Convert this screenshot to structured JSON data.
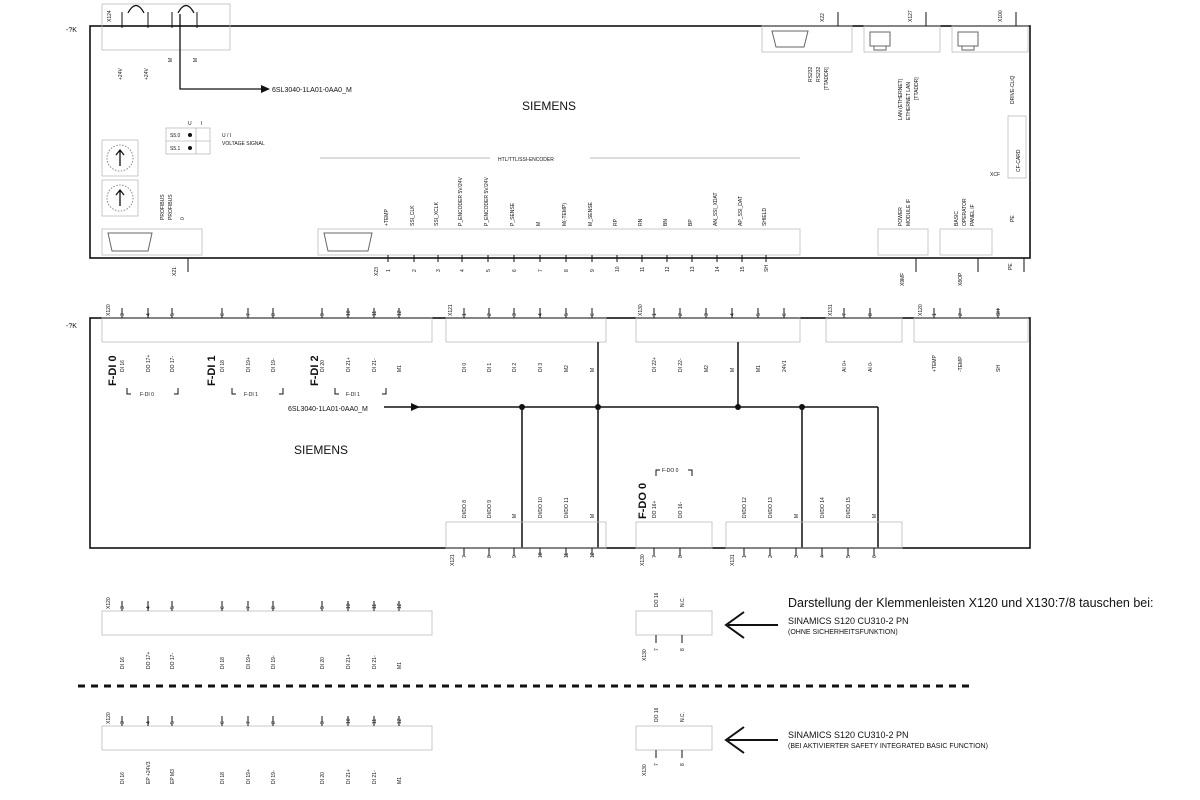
{
  "top_unit": {
    "marker": "-?K",
    "brand": "SIEMENS",
    "part_number": "6SL3040-1LA01-0AA0_M",
    "top_connectors": [
      "X124",
      "X22",
      "X127",
      "X100"
    ],
    "supply_labels": [
      "+24V",
      "+24V",
      "M",
      "M"
    ],
    "rs232_labels": [
      "RS232",
      "RS232",
      "[TTADDR]"
    ],
    "lan_labels": [
      "LAN (ETHERNET)",
      "ETHERNET LAN",
      "[TTADDR]"
    ],
    "drive_cliq": "DRIVE-CLiQ",
    "cf_card": "CF-CARD",
    "xcf": "XCF",
    "switches": {
      "s0": "S5.0",
      "s1": "S5.1",
      "u": "U",
      "i": "I",
      "signal_line1": "U / I",
      "signal_line2": "VOLTAGE SIGNAL"
    },
    "encoder_header": "HTL/TTL/SSI-ENCODER",
    "profibus": [
      "PROFIBUS",
      "PROFIBUS",
      "0"
    ],
    "encoder_pins": [
      "+TEMP",
      "SSI_CLK",
      "SSI_XCLK",
      "P_ENCODER 5V/24V",
      "P_ENCODER 5V/24V",
      "P_SENSE",
      "M",
      "M(-TEMP)",
      "M_SENSE",
      "RP",
      "RN",
      "BN",
      "BP",
      "AN_SSI_XDAT",
      "AP_SSI_DAT",
      "SHIELD"
    ],
    "pm_if": [
      "POWER",
      "MODULE IF"
    ],
    "bop_labels": [
      "BASIC",
      "OPERATOR",
      "PANEL IF"
    ],
    "pe": "PE",
    "bottom_connectors": [
      "X21",
      "X23",
      "X9MF",
      "X8OP",
      "PE"
    ],
    "bottom_pins": [
      "1",
      "2",
      "3",
      "4",
      "5",
      "6",
      "7",
      "8",
      "9",
      "10",
      "11",
      "12",
      "13",
      "14",
      "15",
      "SH"
    ]
  },
  "mid_unit": {
    "marker": "-?K",
    "brand": "SIEMENS",
    "part_number": "6SL3040-1LA01-0AA0_M",
    "top_groups": [
      {
        "name": "X120",
        "pins": [
          "3",
          "4",
          "5",
          "6",
          "7",
          "8",
          "9",
          "10",
          "11",
          "12"
        ],
        "labels": [
          "DI 16",
          "DO 17+",
          "DO 17-",
          "DI 18",
          "DI 19+",
          "DI 19-",
          "DI 20",
          "DI 21+",
          "DI 21-",
          "M1"
        ]
      },
      {
        "name": "X121",
        "pins": [
          "1",
          "2",
          "3",
          "4",
          "5",
          "6"
        ],
        "labels": [
          "DI 0",
          "DI 1",
          "DI 2",
          "DI 3",
          "M2",
          "M"
        ]
      },
      {
        "name": "X130",
        "pins": [
          "1",
          "2",
          "3",
          "4",
          "5",
          "6"
        ],
        "labels": [
          "DI 22+",
          "DI 22-",
          "M2",
          "M",
          "M1",
          "24V1"
        ]
      },
      {
        "name": "X131",
        "pins": [
          "7",
          "8"
        ],
        "labels": [
          "AI 0+",
          "AI 0-"
        ]
      },
      {
        "name": "X120",
        "pins": [
          "1",
          "2",
          "SH"
        ],
        "labels": [
          "+TEMP",
          "-TEMP",
          "SH"
        ]
      }
    ],
    "fdi": [
      "F-DI 0",
      "F-DI 1",
      "F-DI 2"
    ],
    "fdi_brackets": [
      "F-DI 0",
      "F-DI 1",
      "F-DI 1"
    ],
    "fdo": "F-DO 0",
    "fdo_bracket": "F-DO 0",
    "bottom_groups": [
      {
        "name": "X121",
        "pins": [
          "7",
          "8",
          "9",
          "10",
          "11",
          "12"
        ],
        "labels": [
          "DI/DO 8",
          "DI/DO 9",
          "M",
          "DI/DO 10",
          "DI/DO 11",
          "M"
        ]
      },
      {
        "name": "X130",
        "pins": [
          "7",
          "8"
        ],
        "labels": [
          "DO 16+",
          "DO 16-"
        ]
      },
      {
        "name": "X131",
        "pins": [
          "1",
          "2",
          "3",
          "4",
          "5",
          "6"
        ],
        "labels": [
          "DI/DO 12",
          "DI/DO 13",
          "M",
          "DI/DO 14",
          "DI/DO 15",
          "M"
        ]
      }
    ]
  },
  "notes": {
    "heading": "Darstellung der Klemmenleisten X120 und X130:7/8 tauschen bei:",
    "variant1_line1": "SINAMICS S120 CU310-2 PN",
    "variant1_line2": "(OHNE SICHERHEITSFUNKTION)",
    "variant2_line1": "SINAMICS S120 CU310-2 PN",
    "variant2_line2": "(BEI AKTIVIERTER SAFETY INTEGRATED BASIC FUNCTION)"
  },
  "variant1": {
    "group": "X120",
    "pins": [
      "3",
      "4",
      "5",
      "6",
      "7",
      "8",
      "9",
      "10",
      "11",
      "12"
    ],
    "labels": [
      "DI 16",
      "DO 17+",
      "DO 17-",
      "DI 18",
      "DI 19+",
      "DI 19-",
      "DI 20",
      "DI 21+",
      "DI 21-",
      "M1"
    ],
    "x130_group": "X130",
    "x130_pins": [
      "7",
      "8"
    ],
    "x130_labels": [
      "DO 16",
      "N.C."
    ]
  },
  "variant2": {
    "group": "X120",
    "pins": [
      "3",
      "4",
      "5",
      "6",
      "7",
      "8",
      "9",
      "10",
      "11",
      "12"
    ],
    "labels": [
      "DI 16",
      "EP +24V3",
      "EP M3",
      "DI 18",
      "DI 19+",
      "DI 19-",
      "DI 20",
      "DI 21+",
      "DI 21-",
      "M1"
    ],
    "x130_group": "X130",
    "x130_pins": [
      "7",
      "8"
    ],
    "x130_labels": [
      "DO 16",
      "N.C."
    ]
  },
  "colors": {
    "line": "#111111",
    "box": "#bbbbbb"
  }
}
